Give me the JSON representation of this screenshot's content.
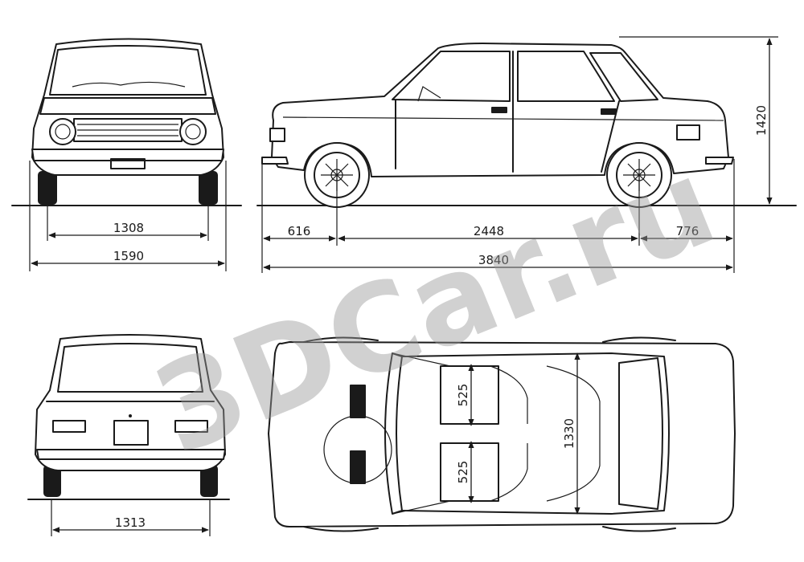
{
  "watermark": {
    "text": "3DCar.ru",
    "color": "#9a9a9a"
  },
  "dimensions": {
    "front_track": "1308",
    "overall_width": "1590",
    "rear_track": "1313",
    "front_overhang": "616",
    "wheelbase": "2448",
    "rear_overhang": "776",
    "overall_length": "3840",
    "overall_height": "1420",
    "seat_front": "525",
    "seat_rear": "525",
    "interior_width": "1330"
  },
  "views": [
    "front-view",
    "side-view",
    "rear-view",
    "top-view"
  ]
}
